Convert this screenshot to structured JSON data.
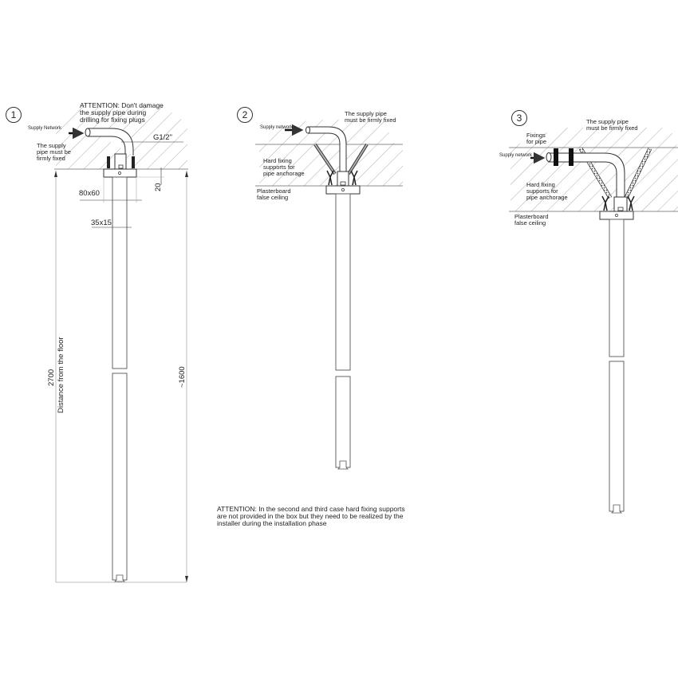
{
  "diagram": {
    "background": "#ffffff",
    "line_color": "#333333",
    "hatch_color": "#999999",
    "panels": [
      {
        "number": "1",
        "attention": "ATTENTION: Don't damage\nthe supply pipe during\ndrilling for fixing plugs",
        "supply_label": "Supply Network",
        "fixed_note": "The supply\npipe must be\nfirmly fixed",
        "thread": "G1/2\"",
        "dim_flange": "80x60",
        "dim_pipe": "35x15",
        "dim_thickness": "20",
        "dim_height": "2700",
        "dim_height_label": "Distance from the floor",
        "dim_length": "~1600"
      },
      {
        "number": "2",
        "supply_label": "Supply network",
        "fixed_note": "The supply pipe\nmust be firmly fixed",
        "supports_label": "Hard fixing\nsupports for\npipe anchorage",
        "ceiling_label": "Plasterboard\nfalse ceiling"
      },
      {
        "number": "3",
        "supply_label": "Supply network",
        "fixed_note": "The supply pipe\nmust be firmly fixed",
        "fixings_label": "Fixings\nfor pipe",
        "supports_label": "Hard fixing\nsupports for\npipe anchorage",
        "ceiling_label": "Plasterboard\nfalse ceiling"
      }
    ],
    "footer_attention": "ATTENTION: In the second and third case hard fixing supports\nare not provided in the box but they need to be realized by the\ninstaller during the installation phase"
  }
}
